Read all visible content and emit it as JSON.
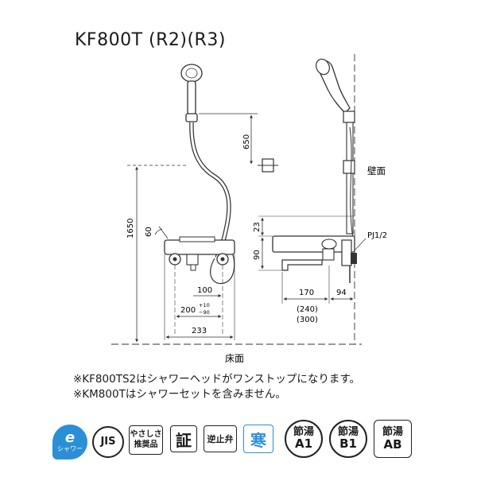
{
  "title": "KF800T (R2)(R3)",
  "dimensions": {
    "d650": "650",
    "d1650": "1650",
    "d60": "60",
    "d23": "23",
    "d90": "90",
    "d100": "100",
    "d200": "200",
    "d200_tol_plus": "+10",
    "d200_tol_minus": "−90",
    "d233": "233",
    "d170": "170",
    "d94": "94",
    "d240": "(240)",
    "d300": "(300)"
  },
  "labels": {
    "wall": "壁面",
    "floor": "床面",
    "pipe": "PJ1/2"
  },
  "notes": [
    "※KF800TS2はシャワーヘッドがワンストップになります。",
    "※KM800Tはシャワーセットを含みません。"
  ],
  "badges": {
    "emf_top": "e",
    "emf_bottom": "シャワー",
    "jis": "JIS",
    "yasashisa_1": "やさしさ",
    "yasashisa_2": "推奨品",
    "sho": "証",
    "gyakushi": "逆止弁",
    "kan": "寒",
    "setsuyu_a1_top": "節湯",
    "setsuyu_a1_bottom": "A1",
    "setsuyu_b1_top": "節湯",
    "setsuyu_b1_bottom": "B1",
    "setsuyu_ab_top": "節湯",
    "setsuyu_ab_bottom": "AB"
  },
  "colors": {
    "line": "#333333",
    "blue": "#2b8fd6",
    "text": "#1a1a1a"
  }
}
